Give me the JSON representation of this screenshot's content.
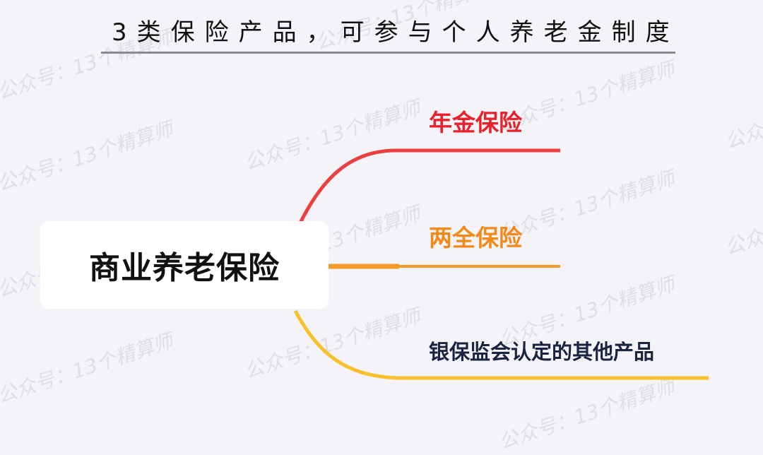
{
  "title": "3类保险产品，可参与个人养老金制度",
  "watermark": "公众号：13个精算师",
  "center": {
    "label": "商业养老保险"
  },
  "branches": [
    {
      "label": "年金保险",
      "color": "#e8222a"
    },
    {
      "label": "两全保险",
      "color": "#f28a1a"
    },
    {
      "label": "银保监会认定的其他产品",
      "color": "#1a2440"
    }
  ],
  "line_colors": [
    "#ec4040",
    "#f39a2a",
    "#f8c02a"
  ]
}
